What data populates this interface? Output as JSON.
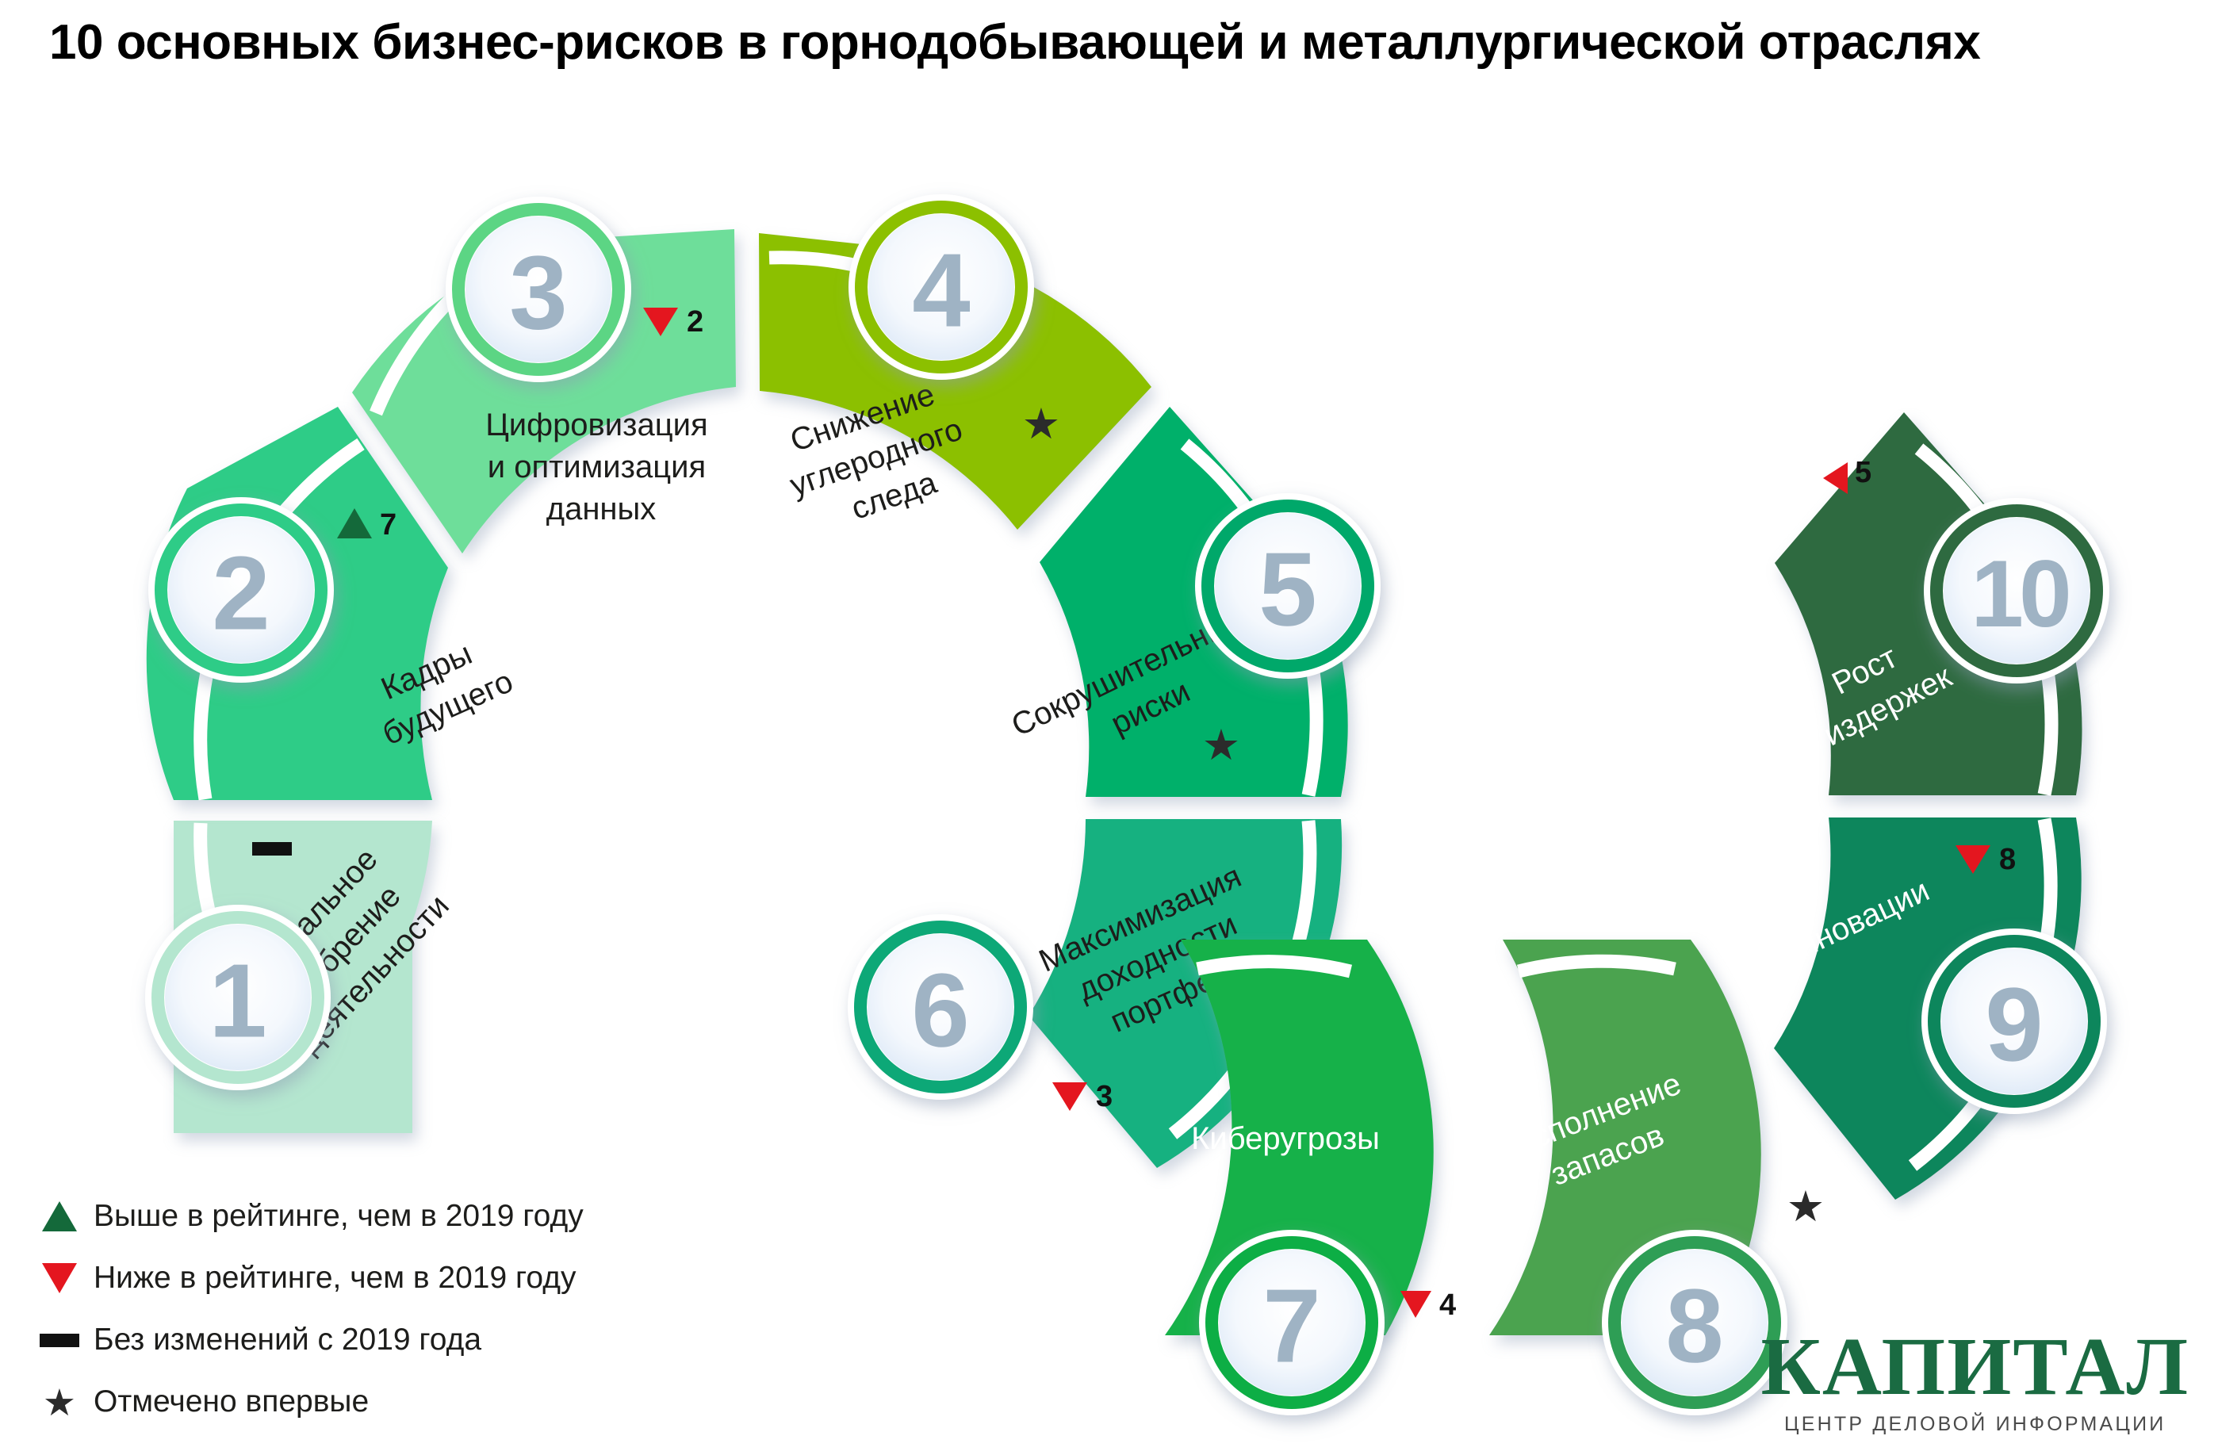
{
  "title": "10 основных бизнес-рисков в горнодобывающей и металлургической отраслях",
  "chart_data": {
    "type": "diagram",
    "title": "10 основных бизнес-рисков в горнодобывающей и металлургической отраслях",
    "subtype": "ranked-ring-segments",
    "ranks": [
      1,
      2,
      3,
      4,
      5,
      6,
      7,
      8,
      9,
      10
    ],
    "categories": [
      "Социальное одобрение деятельности",
      "Кадры будущего",
      "Цифровизация и оптимизация данных",
      "Снижение углеродного следа",
      "Сокрушительные риски",
      "Максимизация доходности портфеля",
      "Киберугрозы",
      "Восполнение запасов",
      "Инновации",
      "Рост издержек"
    ],
    "previous_rank_2019": [
      1,
      7,
      2,
      null,
      null,
      3,
      4,
      null,
      8,
      5
    ],
    "change_markers": [
      "same",
      "up",
      "down",
      "new",
      "new",
      "down",
      "down",
      "new",
      "down",
      "down"
    ]
  },
  "segments": [
    {
      "rank": "1",
      "label_lines": [
        "Социальное",
        "одобрение",
        "деятельности"
      ],
      "marker": "dash",
      "marker_value": "",
      "color": "#b4e6cf",
      "ring_color": "#b4e6cf",
      "text_tone": "dark"
    },
    {
      "rank": "2",
      "label_lines": [
        "Кадры",
        "будущего"
      ],
      "marker": "up",
      "marker_value": "7",
      "color": "#2ecc87",
      "ring_color": "#2ecc87",
      "text_tone": "dark"
    },
    {
      "rank": "3",
      "label_lines": [
        "Цифровизация",
        "и оптимизация",
        "данных"
      ],
      "marker": "down",
      "marker_value": "2",
      "color": "#6ede9a",
      "ring_color": "#5bd584",
      "text_tone": "dark"
    },
    {
      "rank": "4",
      "label_lines": [
        "Снижение",
        "углеродного",
        "следа"
      ],
      "marker": "star",
      "marker_value": "",
      "color": "#8cc000",
      "ring_color": "#8cc000",
      "text_tone": "dark"
    },
    {
      "rank": "5",
      "label_lines": [
        "Сокрушительные",
        "риски"
      ],
      "marker": "star",
      "marker_value": "",
      "color": "#00b06a",
      "ring_color": "#00a86b",
      "text_tone": "dark"
    },
    {
      "rank": "6",
      "label_lines": [
        "Максимизация",
        "доходности",
        "портфеля"
      ],
      "marker": "down",
      "marker_value": "3",
      "color": "#17b180",
      "ring_color": "#0fa877",
      "text_tone": "dark"
    },
    {
      "rank": "7",
      "label_lines": [
        "Киберугрозы"
      ],
      "marker": "down",
      "marker_value": "4",
      "color": "#13b14a",
      "ring_color": "#0fae45",
      "text_tone": "light"
    },
    {
      "rank": "8",
      "label_lines": [
        "Восполнение",
        "запасов"
      ],
      "marker": "star",
      "marker_value": "",
      "color": "#4ba350",
      "ring_color": "#2f9e54",
      "text_tone": "light"
    },
    {
      "rank": "9",
      "label_lines": [
        "Инновации"
      ],
      "marker": "down",
      "marker_value": "8",
      "color": "#11865c",
      "ring_color": "#11865c",
      "text_tone": "light"
    },
    {
      "rank": "10",
      "label_lines": [
        "Рост",
        "издержек"
      ],
      "marker": "down",
      "marker_value": "5",
      "color": "#2d6b41",
      "ring_color": "#2d6b41",
      "text_tone": "light"
    }
  ],
  "legend": [
    {
      "marker": "up",
      "text": "Выше в рейтинге, чем в 2019 году"
    },
    {
      "marker": "down",
      "text": "Ниже в рейтинге, чем в 2019 году"
    },
    {
      "marker": "dash",
      "text": "Без изменений с 2019 года"
    },
    {
      "marker": "star",
      "text": "Отмечено впервые"
    }
  ],
  "logo": {
    "word": "КАПИТАЛ",
    "subtitle": "ЦЕНТР ДЕЛОВОЙ ИНФОРМАЦИИ"
  },
  "colors": {
    "up": "#14693a",
    "down": "#e4161f",
    "same": "#111111",
    "star": "#2b2b2b",
    "badge_number": "#9fb3c4",
    "logo_green": "#1a6b42"
  }
}
